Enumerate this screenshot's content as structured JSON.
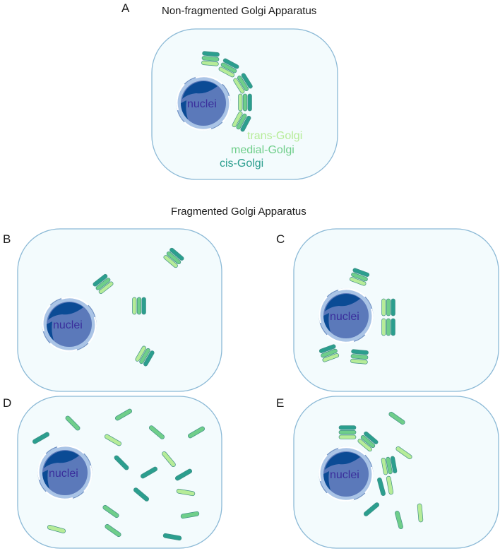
{
  "title_top": "Non-fragmented Golgi Apparatus",
  "title_middle": "Fragmented Golgi Apparatus",
  "panels": {
    "A": {
      "letter": "A",
      "nucleus_label": "nuclei"
    },
    "B": {
      "letter": "B",
      "nucleus_label": "nuclei"
    },
    "C": {
      "letter": "C",
      "nucleus_label": "nuclei"
    },
    "D": {
      "letter": "D",
      "nucleus_label": "nuclei"
    },
    "E": {
      "letter": "E",
      "nucleus_label": "nuclei"
    }
  },
  "legend": {
    "trans": "trans-Golgi",
    "medial": "medial-Golgi",
    "cis": "cis-Golgi"
  },
  "colors": {
    "trans": "#b6ec98",
    "medial": "#6fce8a",
    "cis": "#2b9e8e",
    "nucleus_fill": "#5b79ba",
    "nucleus_dark": "#0b4b95",
    "envelope": "#aac4e6",
    "cell_fill": "#f3fbfd",
    "cell_border": "#8bb9d6"
  }
}
